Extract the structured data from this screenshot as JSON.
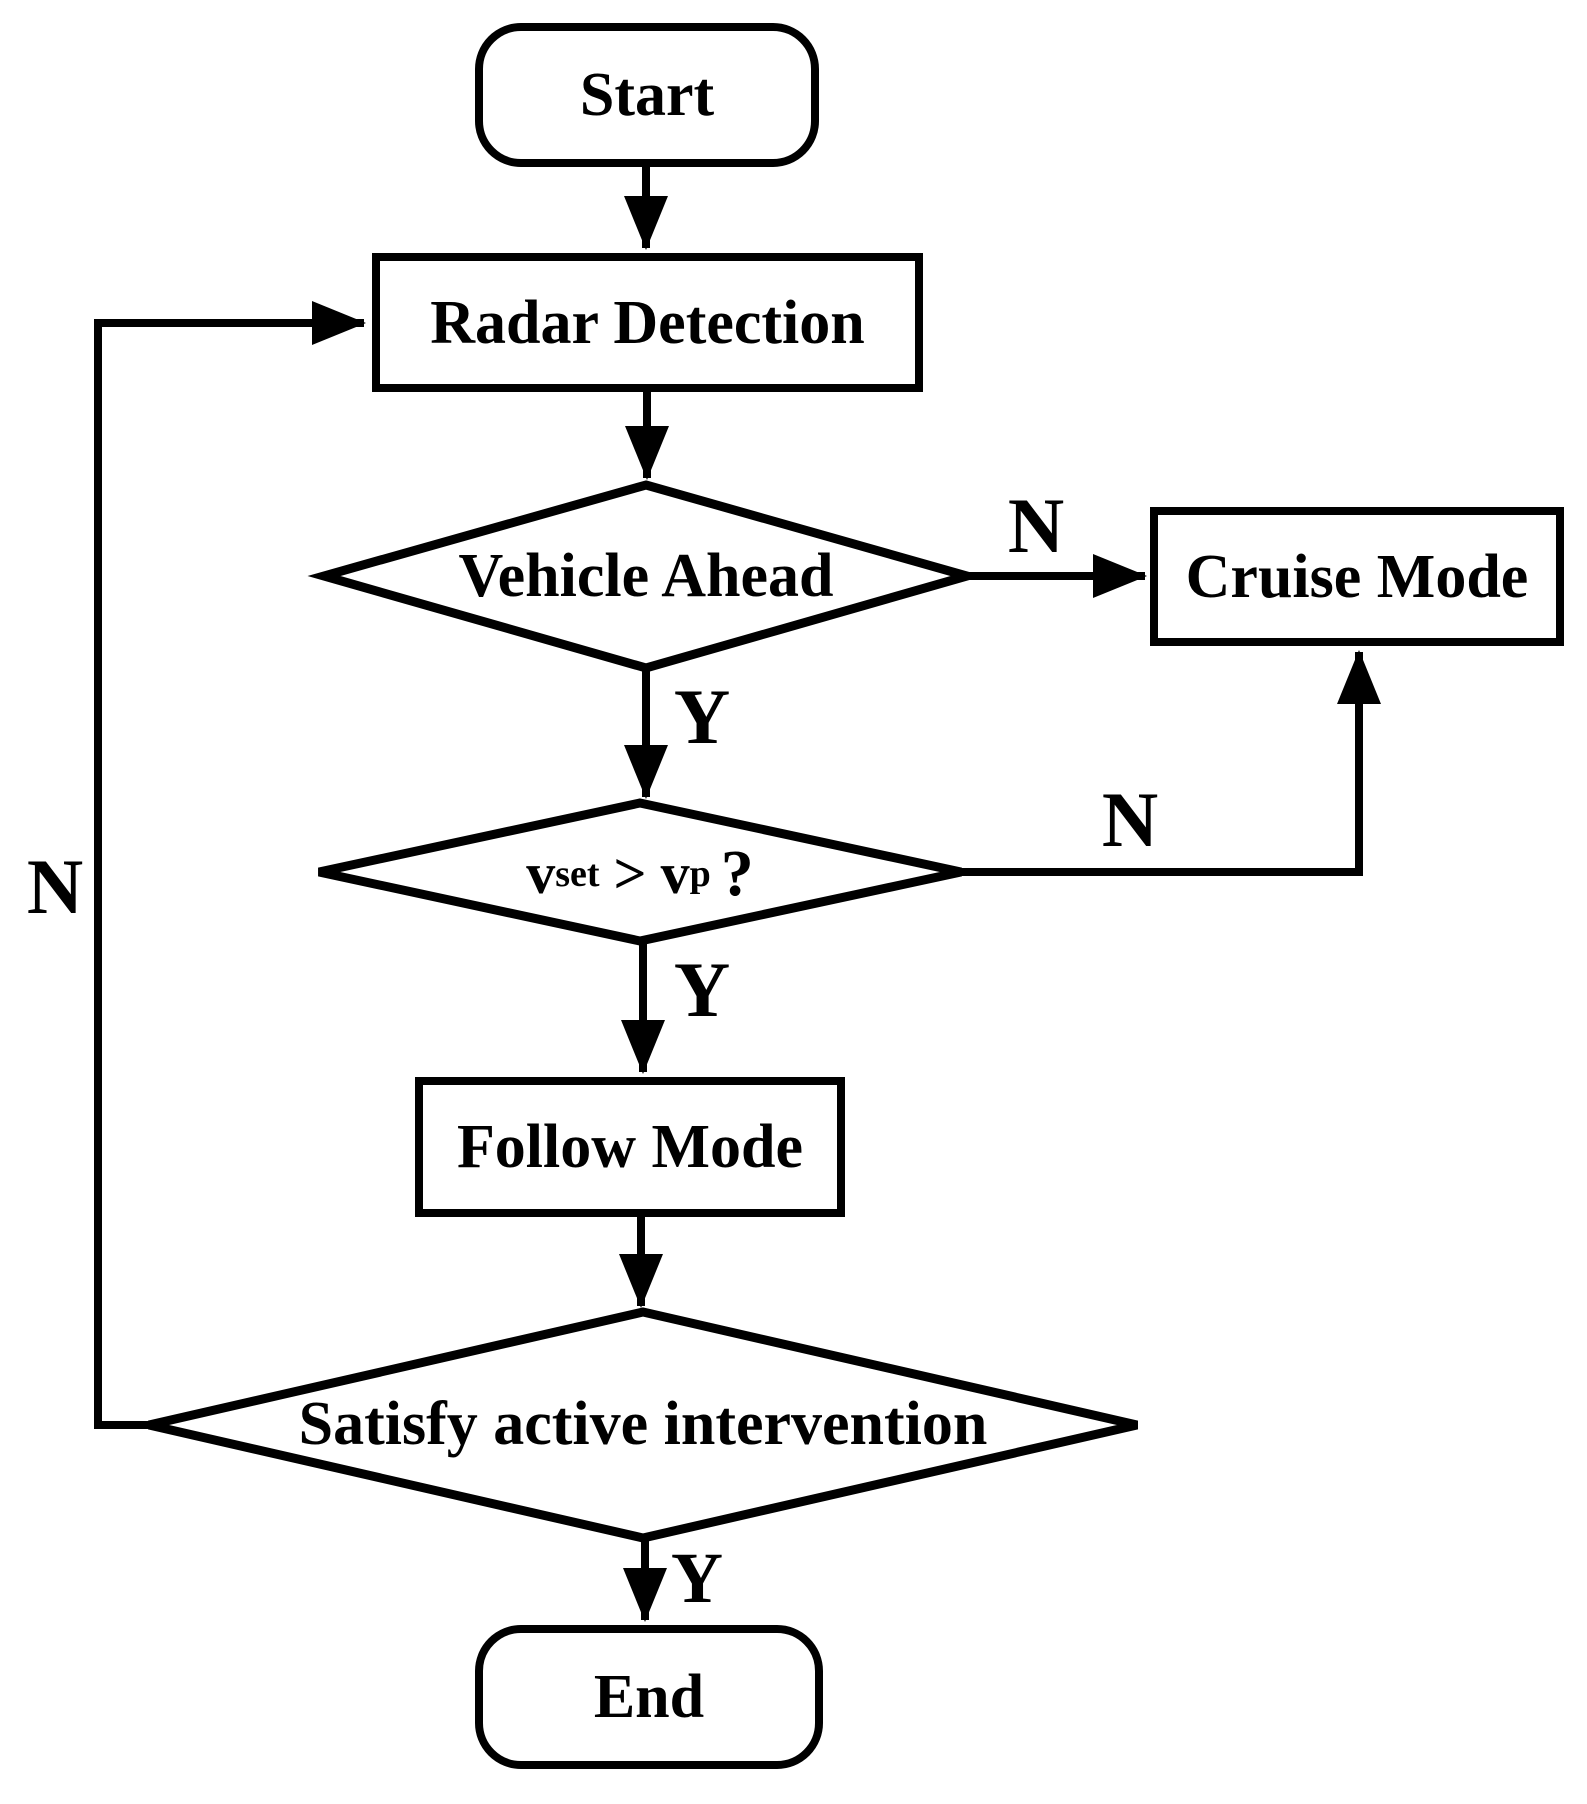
{
  "figure": {
    "background_color": "#ffffff",
    "line_color": "#000000",
    "nodes": {
      "start": {
        "label": "Start",
        "shape": "rounded-terminator"
      },
      "radar": {
        "label": "Radar Detection",
        "shape": "process-rect"
      },
      "vehicle_ahead": {
        "label": "Vehicle Ahead",
        "shape": "decision-diamond"
      },
      "cruise": {
        "label": "Cruise Mode",
        "shape": "process-rect"
      },
      "speed_check": {
        "shape": "decision-diamond",
        "var1": "v",
        "var1_sub": "set",
        "operator": ">",
        "var2": "v",
        "var2_sub": "p",
        "question_mark": "?"
      },
      "follow": {
        "label": "Follow Mode",
        "shape": "process-rect"
      },
      "intervention": {
        "label": "Satisfy active intervention",
        "shape": "decision-diamond"
      },
      "end": {
        "label": "End",
        "shape": "rounded-terminator"
      }
    },
    "edge_labels": {
      "vehicle_ahead_no": "N",
      "vehicle_ahead_yes": "Y",
      "speed_check_no": "N",
      "speed_check_yes": "Y",
      "intervention_yes": "Y",
      "intervention_no": "N"
    }
  }
}
